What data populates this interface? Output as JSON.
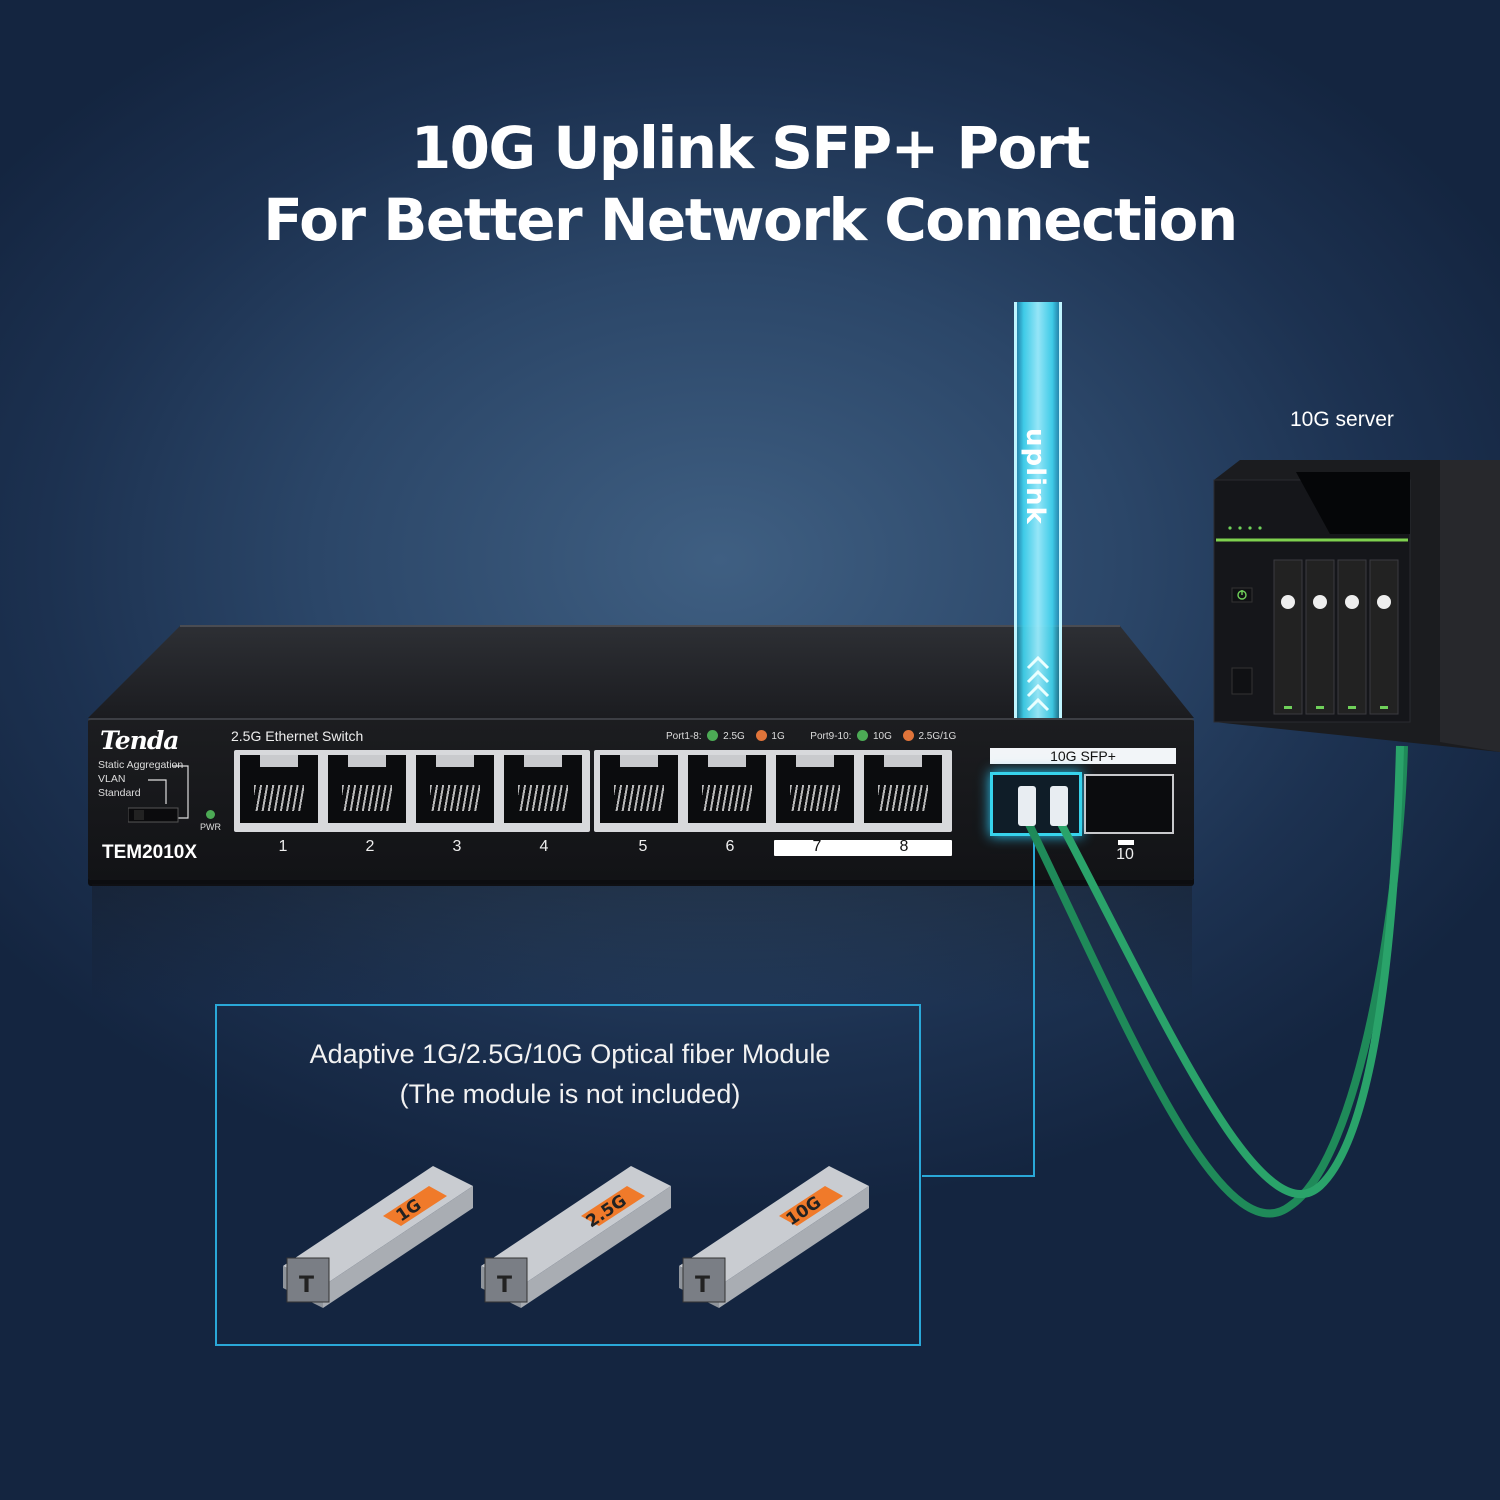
{
  "headline": {
    "line1": "10G Uplink SFP+ Port",
    "line2": "For Better Network Connection"
  },
  "beam": {
    "label": "uplink"
  },
  "switch": {
    "brand": "Tenda",
    "title": "2.5G Ethernet Switch",
    "modes": [
      "Static Aggregation",
      "VLAN",
      "Standard"
    ],
    "model": "TEM2010X",
    "pwr_label": "PWR",
    "legend": {
      "group1": "Port1-8:",
      "g1_a": "2.5G",
      "g1_b": "1G",
      "group2": "Port9-10:",
      "g2_a": "10G",
      "g2_b": "2.5G/1G"
    },
    "led_green": "#4caa55",
    "led_orange": "#e0743a",
    "ports": [
      "1",
      "2",
      "3",
      "4",
      "5",
      "6",
      "7",
      "8"
    ],
    "sfp_label": "10G SFP+",
    "sfp_port_number": "10"
  },
  "server": {
    "label": "10G server"
  },
  "module_box": {
    "line1": "Adaptive 1G/2.5G/10G Optical fiber Module",
    "line2": "(The module is not included)",
    "modules": [
      "1G",
      "2.5G",
      "10G"
    ],
    "accent": "#f07a2a"
  },
  "colors": {
    "cable": "#2aa36a",
    "glow": "#37d3ec"
  }
}
